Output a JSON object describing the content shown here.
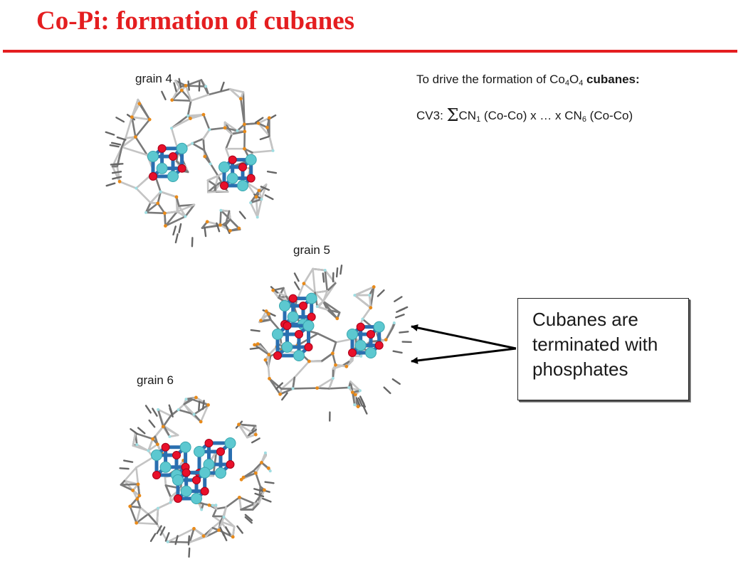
{
  "slide": {
    "title": "Co-Pi: formation of cubanes",
    "cv_text": {
      "line1_prefix": "To drive the formation of Co",
      "line1_sub1": "4",
      "line1_mid": "O",
      "line1_sub2": "4",
      "line1_suffix": " cubanes:",
      "line2_prefix": "CV3: ",
      "line2_sigma": "Σ",
      "line2_part1": "CN",
      "line2_sub1": "1",
      "line2_part2": " (Co-Co) x … x CN",
      "line2_sub2": "6",
      "line2_part3": " (Co-Co)"
    },
    "grains": [
      {
        "label": "grain 4"
      },
      {
        "label": "grain 5"
      },
      {
        "label": "grain 6"
      }
    ],
    "callout": {
      "text_lines": [
        "Cubanes are",
        "terminated with",
        "phosphates"
      ]
    },
    "colors": {
      "title": "#e41e20",
      "cobalt": "#5cc8d0",
      "oxygen": "#e8102a",
      "phosphorus": "#e88a1a",
      "bond_blue": "#2a6fb0"
    }
  }
}
